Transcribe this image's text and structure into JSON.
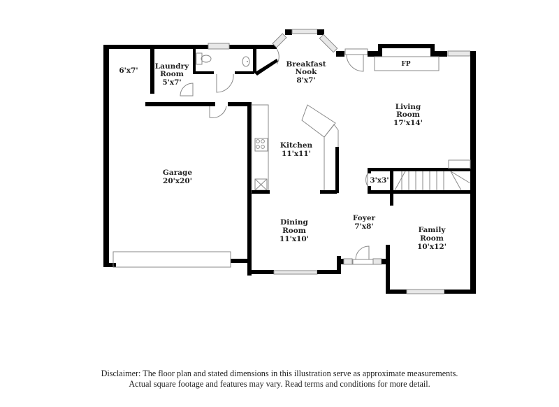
{
  "floorplan": {
    "rooms": [
      {
        "id": "storage",
        "name": "",
        "dims": "6'x7'"
      },
      {
        "id": "laundry",
        "name_line1": "Laundry",
        "name_line2": "Room",
        "dims": "5'x7'"
      },
      {
        "id": "breakfast",
        "name_line1": "Breakfast",
        "name_line2": "Nook",
        "dims": "8'x7'"
      },
      {
        "id": "living",
        "name_line1": "Living",
        "name_line2": "Room",
        "dims": "17'x14'"
      },
      {
        "id": "kitchen",
        "name": "Kitchen",
        "dims": "11'x11'"
      },
      {
        "id": "garage",
        "name": "Garage",
        "dims": "20'x20'"
      },
      {
        "id": "closet",
        "name": "",
        "dims": "3'x3'"
      },
      {
        "id": "dining",
        "name_line1": "Dining",
        "name_line2": "Room",
        "dims": "11'x10'"
      },
      {
        "id": "foyer",
        "name": "Foyer",
        "dims": "7'x8'"
      },
      {
        "id": "family",
        "name_line1": "Family",
        "name_line2": "Room",
        "dims": "10'x12'"
      }
    ],
    "fireplace_label": "FP"
  },
  "disclaimer": {
    "line1": "Disclaimer: The floor plan and stated dimensions in this illustration serve as approximate measurements.",
    "line2": "Actual square footage and features may vary. Read terms and conditions for more detail."
  },
  "colors": {
    "wall": "#000000",
    "fixture": "#8a8a8a",
    "background": "#ffffff"
  }
}
